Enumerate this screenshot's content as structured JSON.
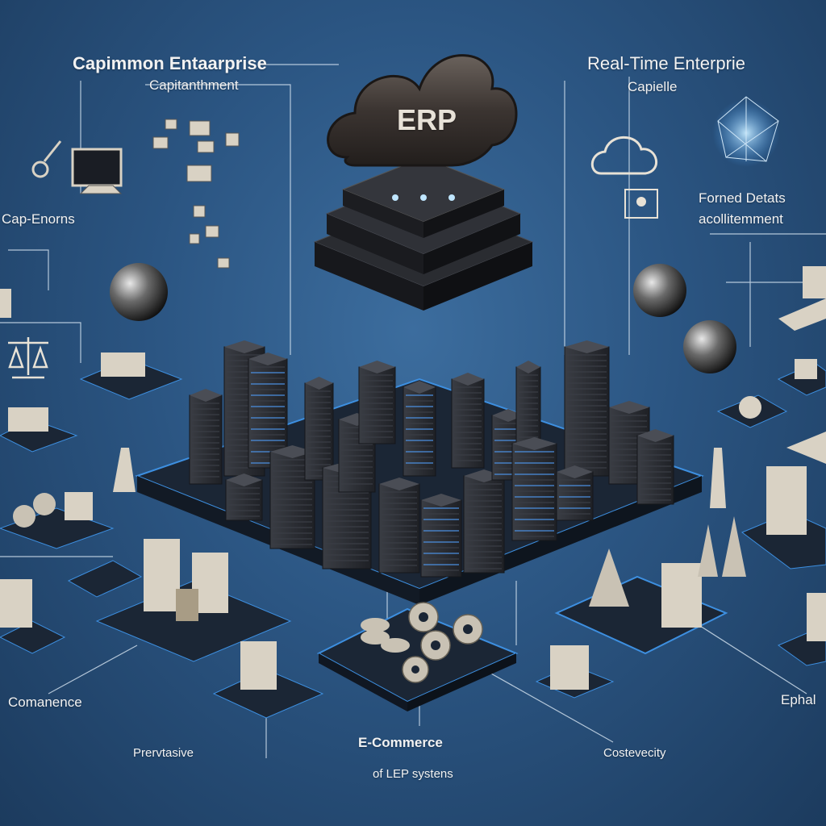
{
  "colors": {
    "background": "#2b5582",
    "platform": "#1b2635",
    "platform_edge": "#3d8fe0",
    "server": "#2b2d33",
    "light": "#8fd0ff",
    "label": "#f2f2f2",
    "cloud": "#3a3432"
  },
  "cloud": {
    "text": "ERP"
  },
  "labels": {
    "top_left_title": "Capimmon Entaarprise",
    "top_left_sub": "Capitanthment",
    "top_right_title": "Real-Time Enterprie",
    "top_right_sub": "Capielle",
    "left_mid": "Cap-Enorns",
    "right_mid_1": "Forned Detats",
    "right_mid_2": "acollitemment",
    "bottom_left": "Comanence",
    "bottom_left_2": "Prervtasive",
    "bottom_center_title": "E-Commerce",
    "bottom_center_sub": "of LEP systens",
    "bottom_right": "Costevecity",
    "bottom_far_right": "Ephal"
  },
  "icons": [
    "cloud-erp-icon",
    "stacked-chip-icon",
    "server-tower-icon",
    "monitor-icon",
    "magnifier-icon",
    "globe-sphere-icon",
    "scale-balance-icon",
    "laptop-icon",
    "gear-icon",
    "coin-stack-icon",
    "book-stack-icon",
    "eiffel-tower-icon",
    "cathedral-icon",
    "outline-cloud-icon",
    "user-badge-icon",
    "network-globe-icon"
  ]
}
